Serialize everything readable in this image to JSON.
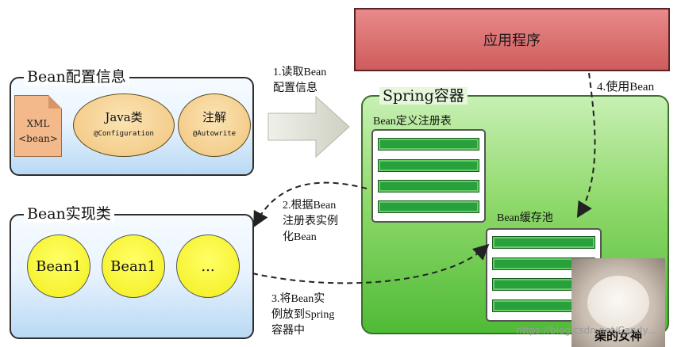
{
  "config_box": {
    "title": "Bean配置信息",
    "xml_line1": "XML",
    "xml_line2": "<bean>",
    "java_title": "Java类",
    "java_sub": "@Configuration",
    "annot_title": "注解",
    "annot_sub": "@Autowrite"
  },
  "impl_box": {
    "title": "Bean实现类",
    "beans": [
      "Bean1",
      "Bean1",
      "..."
    ]
  },
  "app": {
    "label": "应用程序"
  },
  "spring": {
    "title": "Spring容器",
    "registry_title": "Bean定义注册表",
    "cache_title": "Bean缓存池"
  },
  "steps": {
    "step1": "1.读取Bean\n配置信息",
    "step2": "2.根据Bean\n注册表实例\n化Bean",
    "step3": "3.将Bean实\n例放到Spring\n容器中",
    "step4": "4.使用Bean"
  },
  "overlay": {
    "caption": "渠的女神",
    "watermark": "https://blog.csdn.net/Candy..."
  },
  "colors": {
    "app_fill": "#d96a6a",
    "spring_fill": "#6ccf4c",
    "bean_fill": "#f5f12a",
    "bar_fill": "#28a03c"
  }
}
